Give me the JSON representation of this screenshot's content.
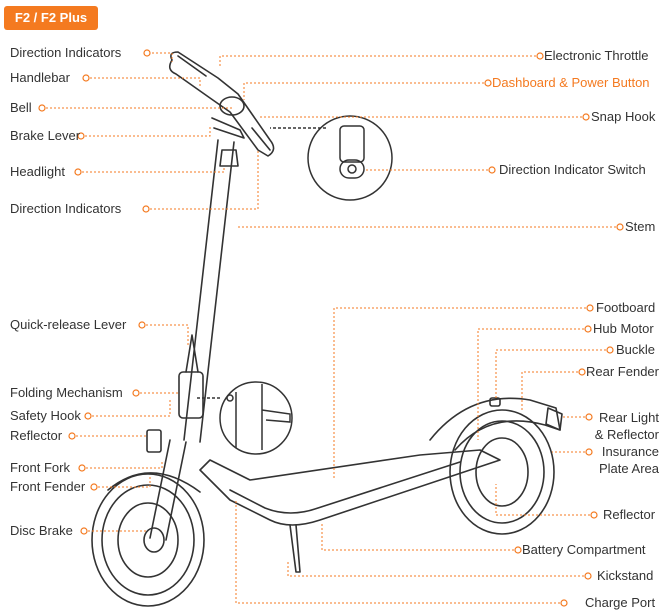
{
  "badge": "F2 / F2 Plus",
  "colors": {
    "accent": "#f47a20",
    "line": "#333333",
    "text": "#333333"
  },
  "labels": {
    "direction_indicators_top": "Direction Indicators",
    "handlebar": "Handlebar",
    "bell": "Bell",
    "brake_lever": "Brake Lever",
    "headlight": "Headlight",
    "direction_indicators_bottom": "Direction Indicators",
    "electronic_throttle": "Electronic Throttle",
    "dashboard_power_button": "Dashboard & Power Button",
    "snap_hook": "Snap Hook",
    "direction_indicator_switch": "Direction Indicator Switch",
    "stem": "Stem",
    "quick_release_lever": "Quick-release Lever",
    "folding_mechanism": "Folding Mechanism",
    "safety_hook": "Safety Hook",
    "reflector_front": "Reflector",
    "front_fork": "Front Fork",
    "front_fender": "Front Fender",
    "disc_brake": "Disc Brake",
    "footboard": "Footboard",
    "hub_motor": "Hub Motor",
    "buckle": "Buckle",
    "rear_fender": "Rear Fender",
    "rear_light_line1": "Rear Light",
    "rear_light_line2": "& Reflector",
    "insurance_line1": "Insurance",
    "insurance_line2": "Plate Area",
    "reflector_rear": "Reflector",
    "battery_compartment": "Battery Compartment",
    "kickstand": "Kickstand",
    "charge_port": "Charge Port"
  }
}
